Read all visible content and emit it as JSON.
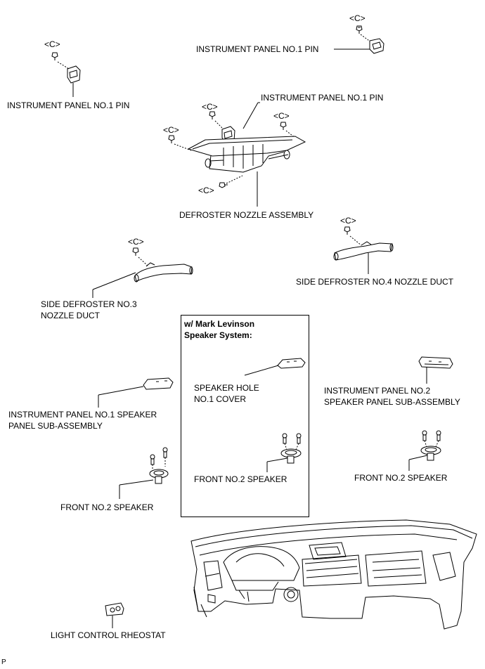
{
  "labels": {
    "c_code": "<C>",
    "instrument_panel_no1_pin": "INSTRUMENT PANEL NO.1 PIN",
    "defroster_nozzle_assembly": "DEFROSTER NOZZLE ASSEMBLY",
    "side_defroster_no4": "SIDE DEFROSTER NO.4 NOZZLE DUCT",
    "side_defroster_no3_line1": "SIDE DEFROSTER NO.3",
    "side_defroster_no3_line2": "NOZZLE DUCT",
    "mark_levinson_line1": "w/ Mark Levinson",
    "mark_levinson_line2": "Speaker System:",
    "speaker_hole_line1": "SPEAKER HOLE",
    "speaker_hole_line2": "NO.1 COVER",
    "ip_no2_speaker_panel_line1": "INSTRUMENT PANEL NO.2",
    "ip_no2_speaker_panel_line2": "SPEAKER PANEL SUB-ASSEMBLY",
    "ip_no1_speaker_panel_line1": "INSTRUMENT PANEL NO.1 SPEAKER",
    "ip_no1_speaker_panel_line2": "PANEL SUB-ASSEMBLY",
    "front_no2_speaker": "FRONT NO.2 SPEAKER",
    "light_control_rheostat": "LIGHT CONTROL RHEOSTAT",
    "figure_code": "P"
  }
}
